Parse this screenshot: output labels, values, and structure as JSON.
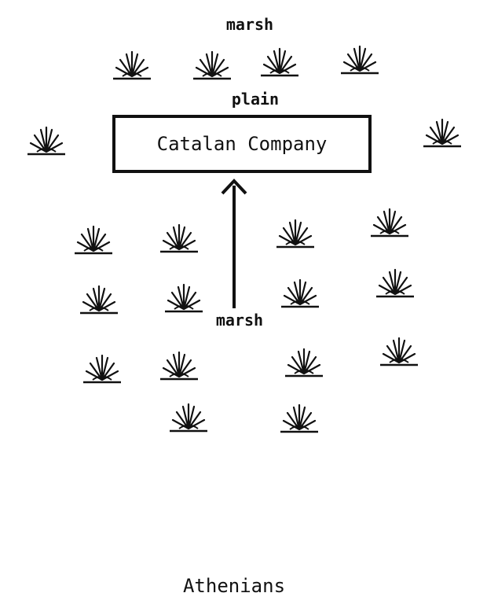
{
  "labels": {
    "top_marsh": "marsh",
    "plain": "plain",
    "company": "Catalan Company",
    "mid_marsh": "marsh",
    "athenians": "Athenians"
  },
  "icons": {
    "marsh_plant": "marsh-plant-icon"
  },
  "colors": {
    "ink": "#111111",
    "background": "#ffffff"
  }
}
